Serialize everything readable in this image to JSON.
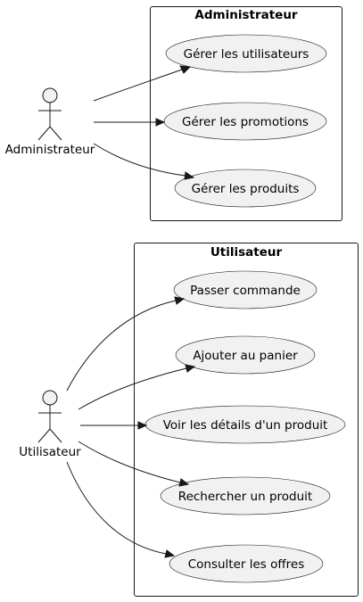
{
  "packages": {
    "admin": {
      "title": "Administrateur"
    },
    "user": {
      "title": "Utilisateur"
    }
  },
  "actors": {
    "admin": {
      "label": "Administrateur"
    },
    "user": {
      "label": "Utilisateur"
    }
  },
  "use_cases": {
    "manage_users": "Gérer les utilisateurs",
    "manage_promotions": "Gérer les promotions",
    "manage_products": "Gérer les produits",
    "place_order": "Passer commande",
    "add_to_cart": "Ajouter au panier",
    "view_product_details": "Voir les détails d'un produit",
    "search_product": "Rechercher un produit",
    "browse_offers": "Consulter les offres"
  },
  "colors": {
    "ellipse_fill": "#f1f1f1",
    "stroke": "#181818",
    "background": "#ffffff"
  }
}
